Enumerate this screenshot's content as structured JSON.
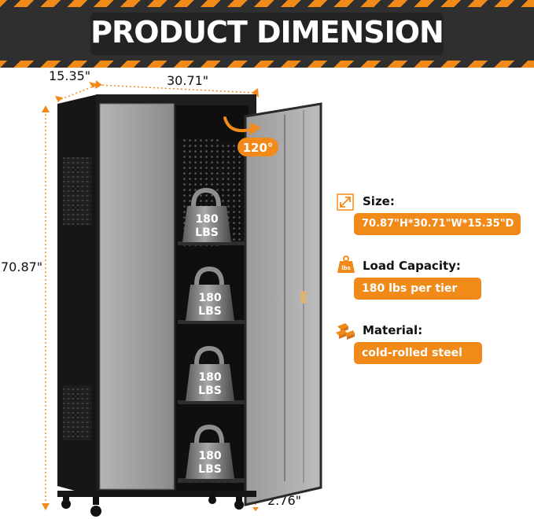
{
  "header": {
    "title": "PRODUCT DIMENSION"
  },
  "dimensions": {
    "depth": "15.35\"",
    "width": "30.71\"",
    "height": "70.87\"",
    "door_angle": "120°",
    "caster_height": "2.76\""
  },
  "weight_tags": [
    {
      "line1": "180",
      "line2": "LBS"
    },
    {
      "line1": "180",
      "line2": "LBS"
    },
    {
      "line1": "180",
      "line2": "LBS"
    },
    {
      "line1": "180",
      "line2": "LBS"
    }
  ],
  "specs": [
    {
      "title": "Size:",
      "value": "70.87\"H*30.71\"W*15.35\"D",
      "icon": "resize-icon"
    },
    {
      "title": "Load Capacity:",
      "value": "180 lbs per tier",
      "icon": "weight-lbs-icon",
      "icon_text": "lbs"
    },
    {
      "title": "Material:",
      "value": "cold-rolled steel",
      "icon": "steel-bars-icon"
    }
  ],
  "colors": {
    "accent": "#f28a1a",
    "banner": "#2f2f2f",
    "cabinet_body": "#1e1e1e",
    "door_panel": "#9c9c9c"
  }
}
